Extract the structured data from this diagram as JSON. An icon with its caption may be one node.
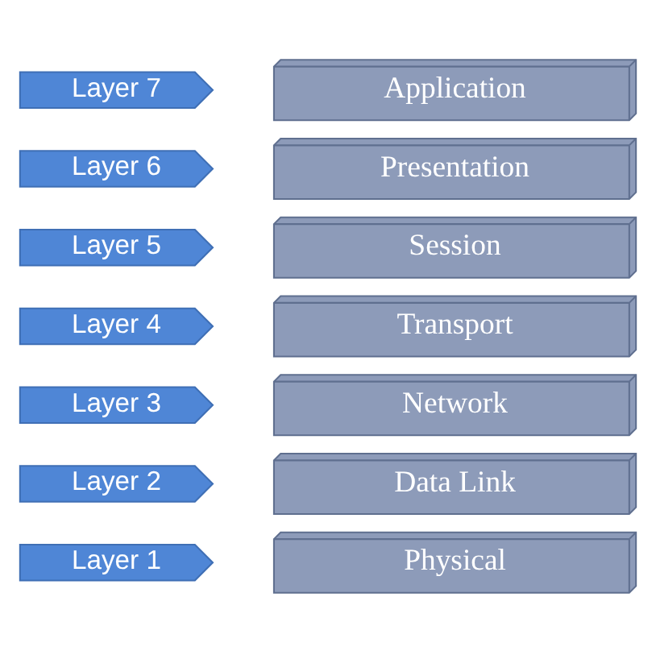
{
  "diagram": {
    "nodes": [
      {
        "text": [
          "Layer 7"
        ]
      },
      {
        "text": [
          "Application"
        ]
      },
      {
        "text": [
          "Layer 6"
        ]
      },
      {
        "text": [
          "Presentation"
        ]
      },
      {
        "text": [
          "Layer 5"
        ]
      },
      {
        "text": [
          "Session"
        ]
      },
      {
        "text": [
          "Layer 4"
        ]
      },
      {
        "text": [
          "Transport"
        ]
      },
      {
        "text": [
          "Layer 3"
        ]
      },
      {
        "text": [
          "Network"
        ]
      },
      {
        "text": [
          "Layer 2"
        ]
      },
      {
        "text": [
          "Data Link"
        ]
      },
      {
        "text": [
          "Layer 1"
        ]
      },
      {
        "text": [
          "Physical"
        ]
      }
    ]
  }
}
